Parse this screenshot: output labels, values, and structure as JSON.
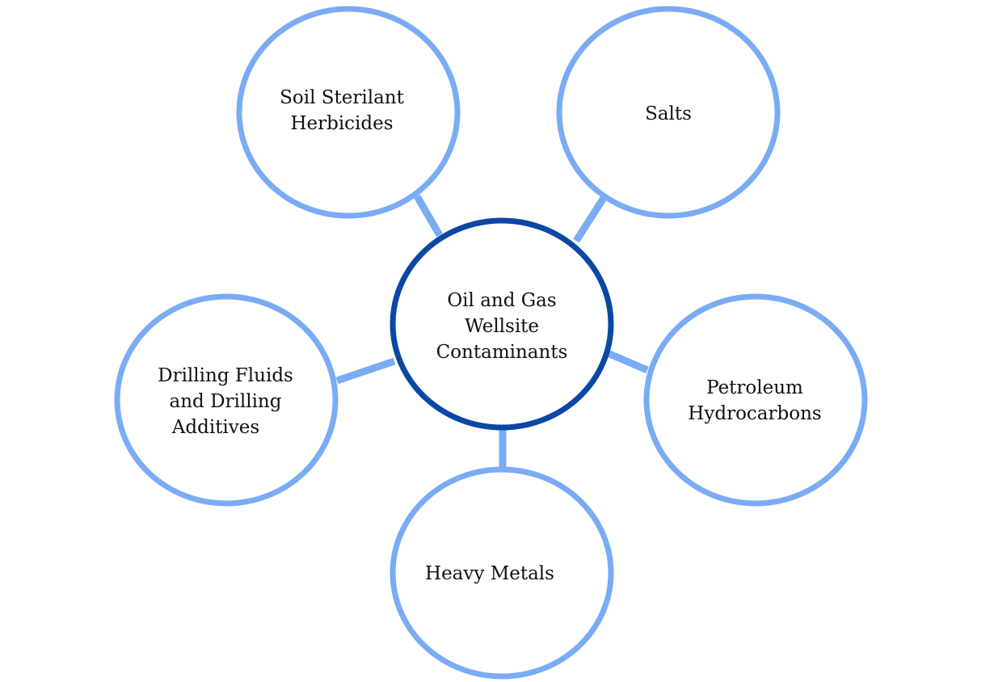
{
  "diagram": {
    "colors": {
      "center_stroke": "#0B47A5",
      "satellite_stroke": "#7AABF5",
      "connector": "#7AABF5",
      "text": "#111111",
      "background": "#FFFFFF"
    },
    "center": {
      "lines": [
        "Oil and Gas",
        "Wellsite",
        "Contaminants"
      ]
    },
    "satellites": [
      {
        "id": "soil-sterilant-herbicides",
        "lines": [
          "Soil Sterilant",
          "Herbicides"
        ]
      },
      {
        "id": "salts",
        "lines": [
          "Salts"
        ]
      },
      {
        "id": "drilling-fluids-and-drilling-additives",
        "lines": [
          "Drilling Fluids",
          "and Drilling",
          "Additives"
        ]
      },
      {
        "id": "petroleum-hydrocarbons",
        "lines": [
          "Petroleum",
          "Hydrocarbons"
        ]
      },
      {
        "id": "heavy-metals",
        "lines": [
          "Heavy Metals"
        ]
      }
    ]
  }
}
